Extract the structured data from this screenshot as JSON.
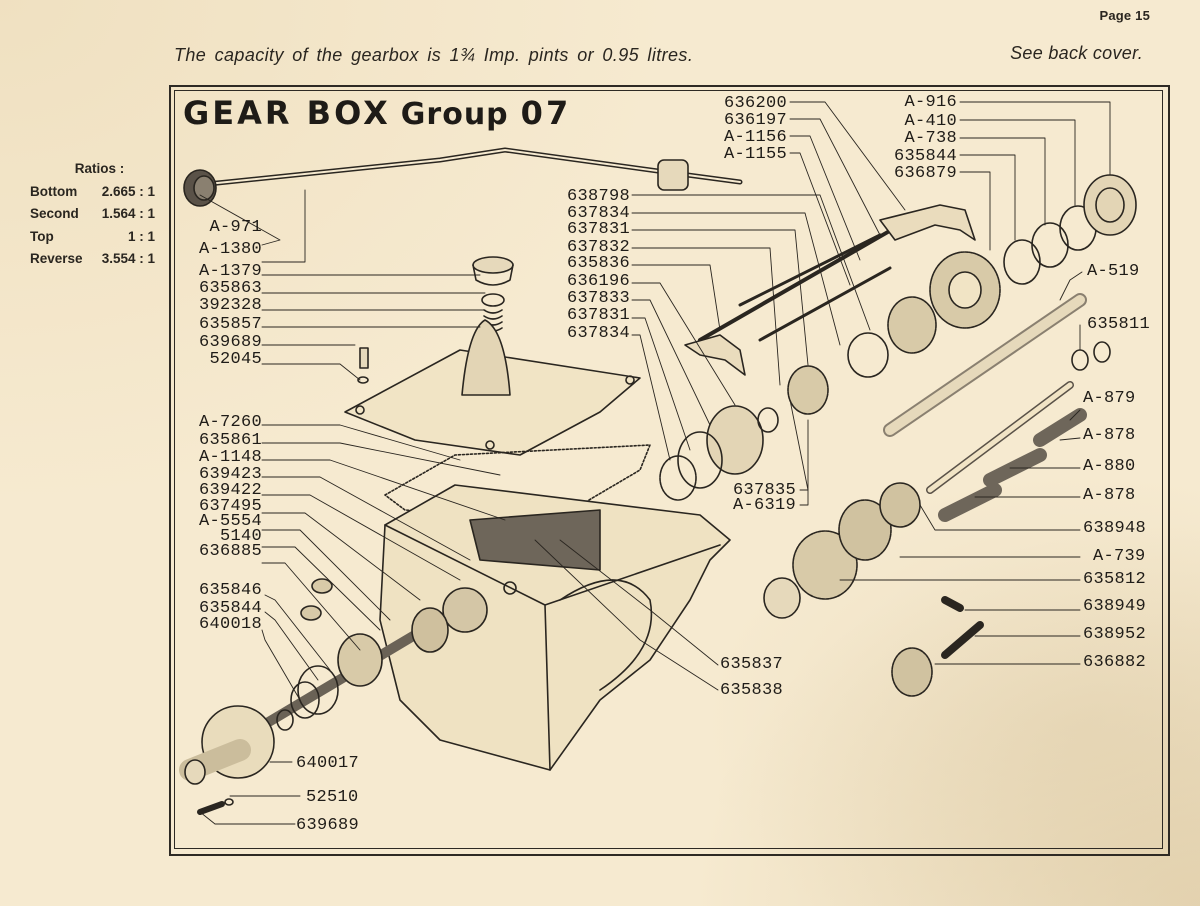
{
  "page": {
    "page_number": "Page 15",
    "capacity_note": "The capacity of the gearbox is 1¾ Imp. pints or 0.95 litres.",
    "see_back_cover": "See back cover."
  },
  "ratios": {
    "title": "Ratios :",
    "rows": [
      {
        "gear": "Bottom",
        "ratio": "2.665 : 1"
      },
      {
        "gear": "Second",
        "ratio": "1.564 : 1"
      },
      {
        "gear": "Top",
        "ratio": "1 : 1"
      },
      {
        "gear": "Reverse",
        "ratio": "3.554 : 1"
      }
    ]
  },
  "diagram": {
    "title": "GEAR BOX",
    "group_label": "Group",
    "group_number": "07",
    "colors": {
      "paper": "#f6ead0",
      "ink": "#2a2620",
      "shade": "#8a8070"
    },
    "left_labels_top": [
      "A-971",
      "A-1380",
      "A-1379",
      "635863",
      "392328",
      "635857",
      "639689",
      "52045"
    ],
    "left_labels_middle": [
      "A-7260",
      "635861",
      "A-1148",
      "639423",
      "639422",
      "637495",
      "A-5554",
      "5140",
      "636885"
    ],
    "left_labels_lower": [
      "635846",
      "635844",
      "640018"
    ],
    "bottom_labels": [
      "640017",
      "52510",
      "639689"
    ],
    "top_center_labels": [
      "636200",
      "636197",
      "A-1156",
      "A-1155"
    ],
    "top_right_labels": [
      "A-916",
      "A-410",
      "A-738",
      "635844",
      "636879"
    ],
    "center_labels": [
      "638798",
      "637834",
      "637831",
      "637832",
      "635836",
      "636196",
      "637833",
      "637831",
      "637834"
    ],
    "mid_labels": [
      "637835",
      "A-6319"
    ],
    "case_labels": [
      "635837",
      "635838"
    ],
    "right_labels": [
      "A-519",
      "635811",
      "A-879",
      "A-878",
      "A-880",
      "A-878",
      "638948",
      "A-739",
      "635812",
      "638949",
      "638952",
      "636882"
    ]
  }
}
